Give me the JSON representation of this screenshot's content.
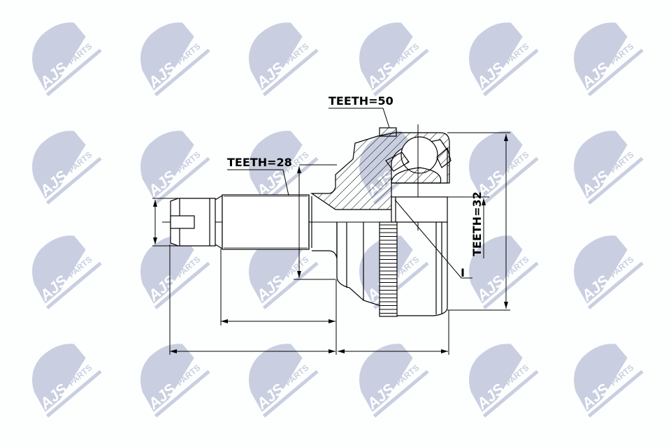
{
  "watermark": {
    "brand": "AJS",
    "suffix": "PARTS",
    "color": "#c9cfe0",
    "columns_x": [
      90,
      245,
      400,
      558,
      715,
      865
    ],
    "rows_y": [
      85,
      240,
      390,
      545
    ]
  },
  "drawing": {
    "subject": "CV joint (outer) technical drawing",
    "labels": {
      "teeth_outer": "TEETH=50",
      "teeth_shaft": "TEETH=28",
      "teeth_inner": "TEETH=32",
      "marker_i": "I"
    },
    "line_color": "#000000"
  }
}
